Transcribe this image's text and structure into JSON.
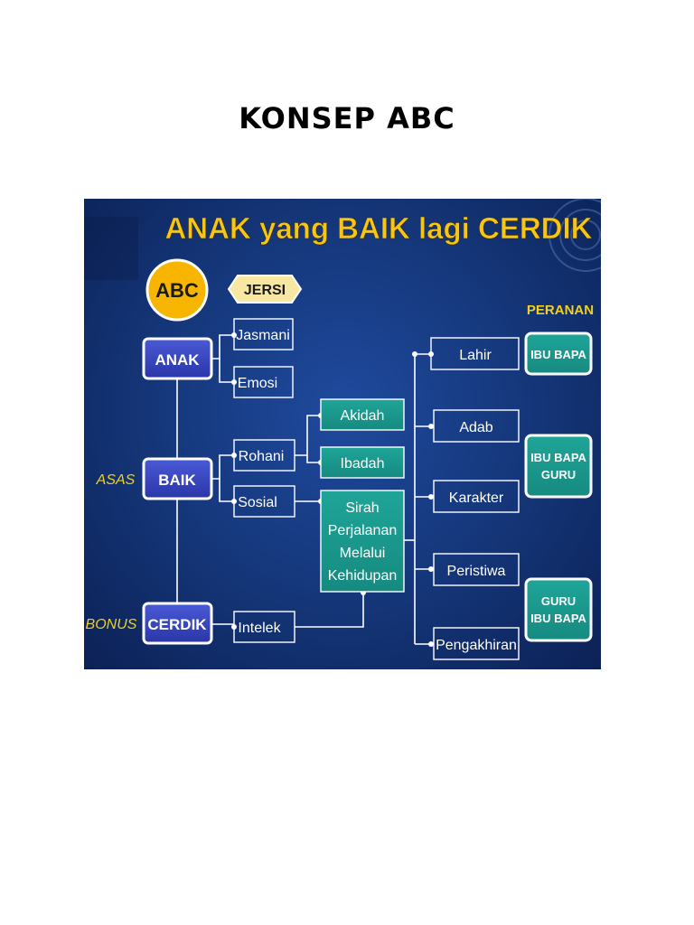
{
  "document": {
    "title": "KONSEP ABC"
  },
  "diagram": {
    "heading": "ANAK yang BAIK lagi CERDIK",
    "badge": "ABC",
    "jersi": "JERSI",
    "peranan_label": "PERANAN",
    "side_labels": {
      "asas": "ASAS",
      "bonus": "BONUS"
    },
    "main_nodes": {
      "anak": "ANAK",
      "baik": "BAIK",
      "cerdik": "CERDIK"
    },
    "sub_nodes": {
      "jasmani": "Jasmani",
      "emosi": "Emosi",
      "rohani": "Rohani",
      "sosial": "Sosial",
      "intelek": "Intelek"
    },
    "teal_nodes": {
      "akidah": "Akidah",
      "ibadah": "Ibadah",
      "sirah": [
        "Sirah",
        "Perjalanan",
        "Melalui",
        "Kehidupan"
      ]
    },
    "stages": [
      "Lahir",
      "Adab",
      "Karakter",
      "Peristiwa",
      "Pengakhiran"
    ],
    "roles": [
      [
        "IBU BAPA"
      ],
      [
        "IBU BAPA",
        "GURU"
      ],
      [
        "GURU",
        "IBU BAPA"
      ]
    ],
    "colors": {
      "background": "#143577",
      "heading": "#f5c518",
      "badge": "#f7b500",
      "main_node": "#2f3fbf",
      "teal": "#1a9a8f",
      "line": "#ffffff",
      "label_yellow": "#f0d020"
    }
  }
}
